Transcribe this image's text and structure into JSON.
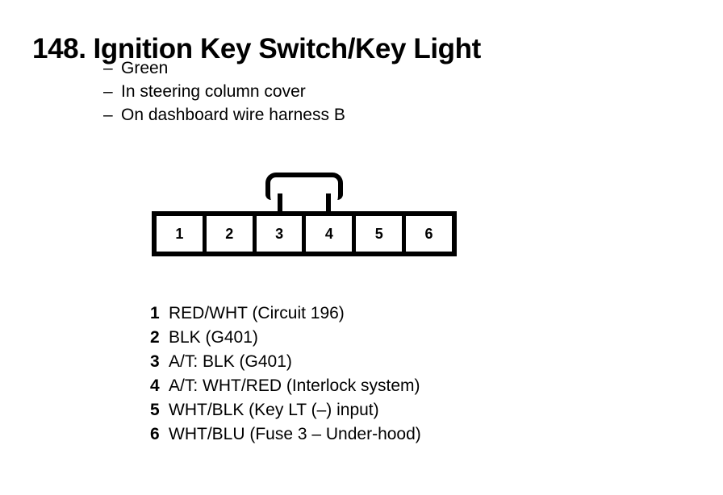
{
  "page": {
    "background_color": "#ffffff",
    "ink_color": "#000000"
  },
  "title": {
    "number": "148.",
    "text": "Ignition Key Switch/Key Light"
  },
  "attributes": {
    "dash": "–",
    "items": [
      {
        "label": "Green"
      },
      {
        "label": "In steering column cover"
      },
      {
        "label": "On dashboard wire harness B"
      }
    ]
  },
  "connector": {
    "name": "6-pin connector",
    "cavity_count": 6,
    "cavities": [
      {
        "number": "1"
      },
      {
        "number": "2"
      },
      {
        "number": "3"
      },
      {
        "number": "4"
      },
      {
        "number": "5"
      },
      {
        "number": "6"
      }
    ],
    "latch": "latch-tab"
  },
  "pin_legend": [
    {
      "pin": "1",
      "description": "RED/WHT (Circuit 196)"
    },
    {
      "pin": "2",
      "description": "BLK (G401)"
    },
    {
      "pin": "3",
      "description": "A/T: BLK (G401)"
    },
    {
      "pin": "4",
      "description": "A/T: WHT/RED (Interlock system)"
    },
    {
      "pin": "5",
      "description": "WHT/BLK (Key LT (–) input)"
    },
    {
      "pin": "6",
      "description": "WHT/BLU (Fuse 3 – Under-hood)"
    }
  ]
}
